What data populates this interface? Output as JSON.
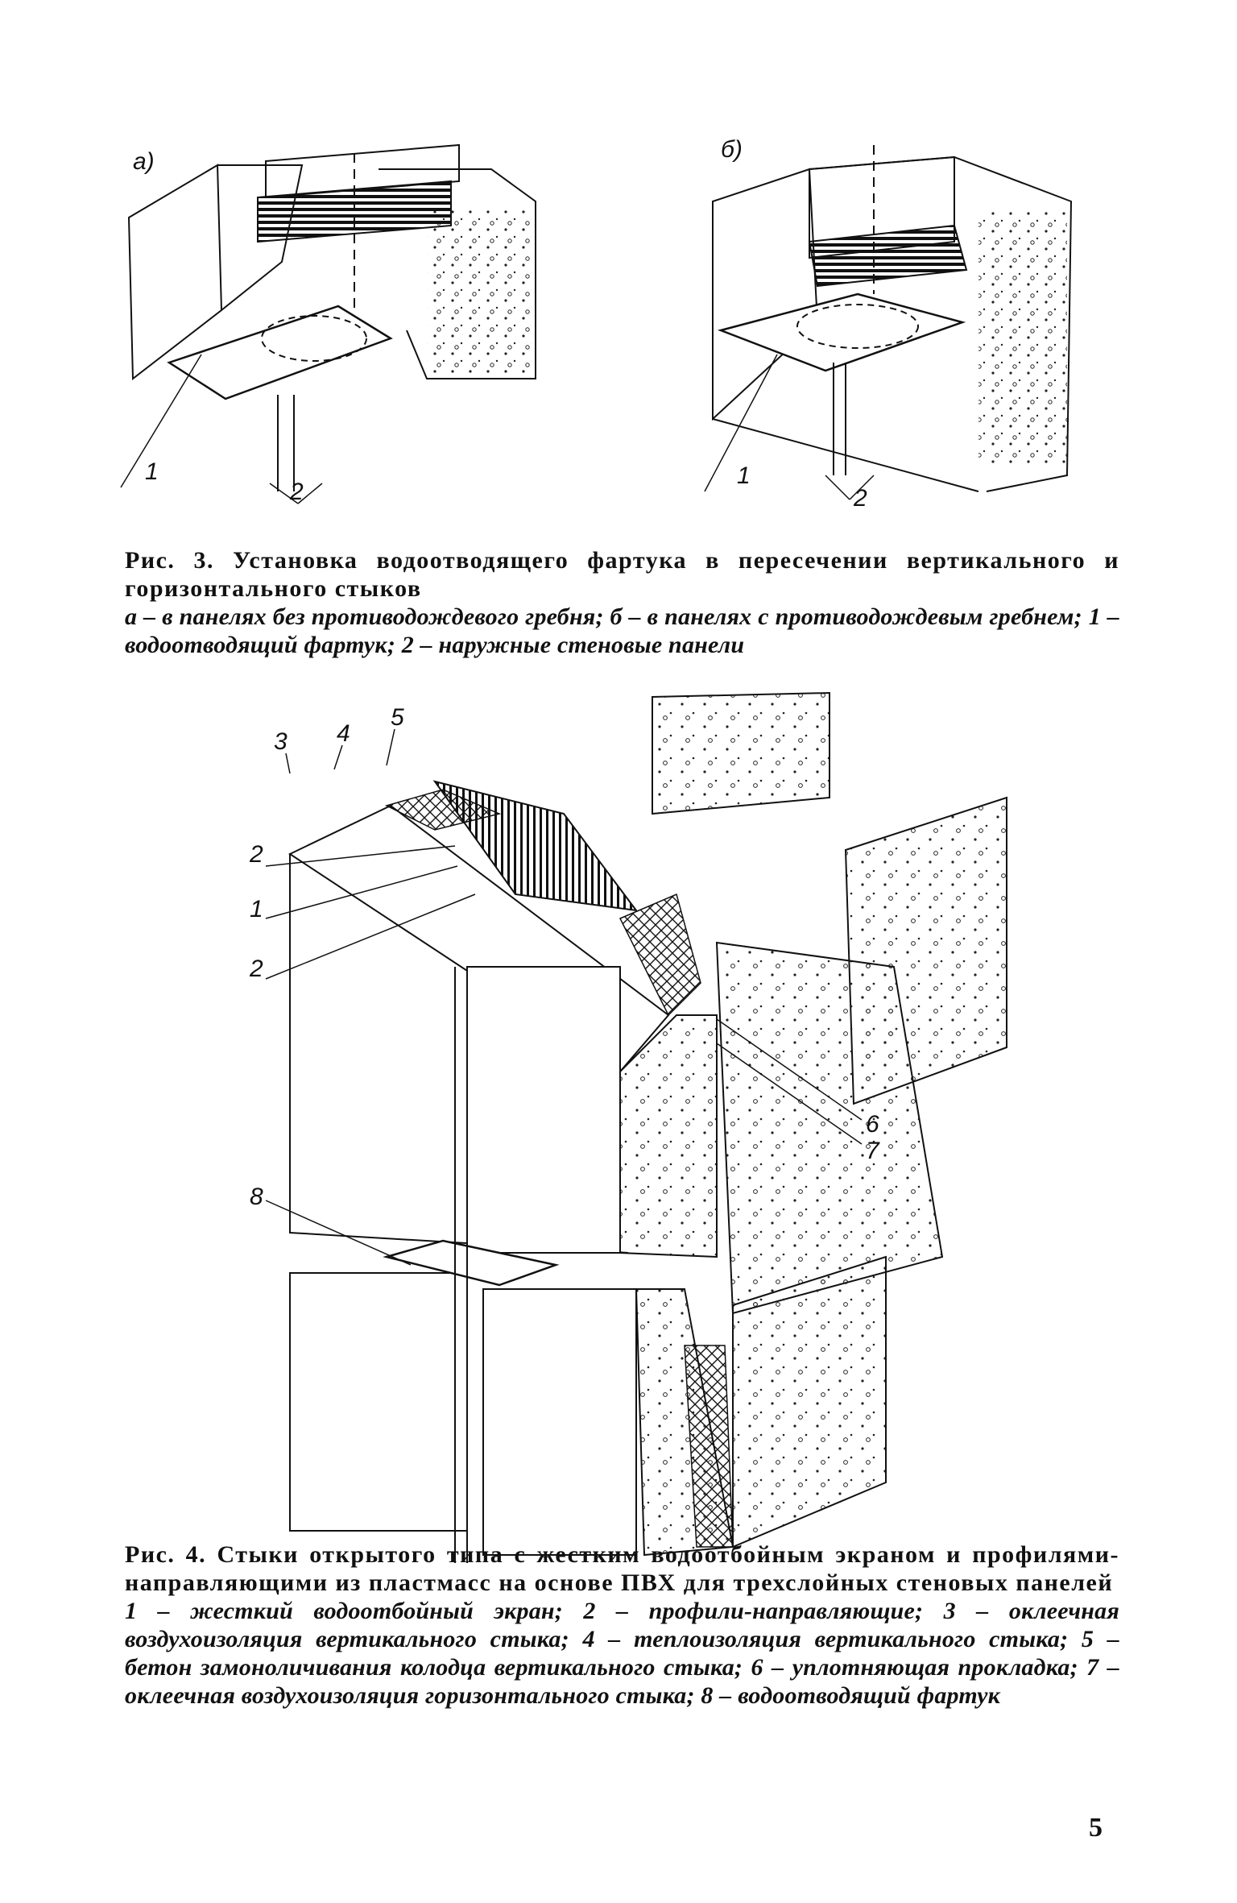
{
  "figure3": {
    "label_a": "a)",
    "label_b": "б)",
    "callouts_a": [
      "1",
      "2"
    ],
    "callouts_b": [
      "1",
      "2"
    ]
  },
  "caption3": {
    "title": "Рис. 3. Установка водоотводящего фартука в пересечении вертикального и горизонтального стыков",
    "legend": "а – в панелях без противодождевого гребня; б – в панелях с противодождевым гребнем; 1 – водоотводящий фартук; 2 – наружные стеновые панели"
  },
  "figure4": {
    "callouts": [
      "3",
      "4",
      "5",
      "2",
      "1",
      "2",
      "6",
      "7",
      "8"
    ]
  },
  "caption4": {
    "title": "Рис. 4. Стыки открытого типа с жестким водоотбойным экраном и профилями-направляющими из пластмасс на основе ПВХ для трехслойных стеновых панелей",
    "legend": "1 – жесткий водоотбойный экран; 2 – профили-направляющие; 3 – оклеечная воздухоизоляция вертикального стыка; 4 – теплоизоляция вертикального стыка; 5 – бетон замоноличивания колодца вертикального стыка; 6 – уплотняющая прокладка; 7 – оклеечная воздухоизоляция горизонтального стыка; 8 – водоотводящий фартук"
  },
  "page_number": "5"
}
